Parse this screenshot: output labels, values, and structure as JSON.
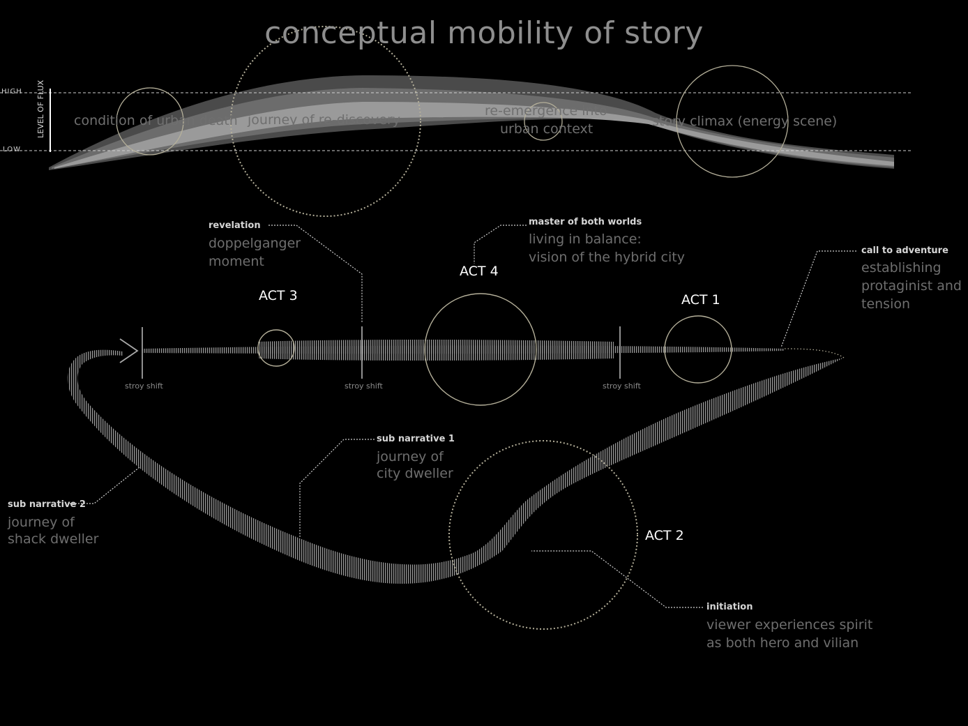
{
  "title": "conceptual mobility of story",
  "flux_axis": {
    "high_label": "HIGH",
    "low_label": "LOW",
    "axis_label": "LEVEL OF FLUX"
  },
  "phases": [
    "condition of urban death",
    "journey of re-discovery",
    "re-emergence into",
    "urban context",
    "story climax (energy scene)"
  ],
  "acts": [
    "ACT 1",
    "ACT 2",
    "ACT 3",
    "ACT 4"
  ],
  "story_shift": "stroy shift",
  "annotations": {
    "revelation": {
      "heading": "revelation",
      "line1": "doppelganger",
      "line2": "moment"
    },
    "master": {
      "heading": "master of both worlds",
      "line1": "living in balance:",
      "line2": "vision  of the hybrid city"
    },
    "call": {
      "heading": "call to adventure",
      "line1": "establishing",
      "line2": "protaginist and",
      "line3": "tension"
    },
    "sub1": {
      "heading": "sub narrative 1",
      "line1": "journey of",
      "line2": "city dweller"
    },
    "sub2": {
      "heading": "sub narrative 2",
      "line1": "journey of",
      "line2": "shack dweller"
    },
    "initiation": {
      "heading": "initiation",
      "line1": "viewer experiences spirit",
      "line2": "as both hero and vilian"
    }
  },
  "colors": {
    "background": "#000000",
    "circle_stroke": "#b5b09a",
    "act_text": "#ffffff",
    "muted_text": "#6e6e6e"
  }
}
